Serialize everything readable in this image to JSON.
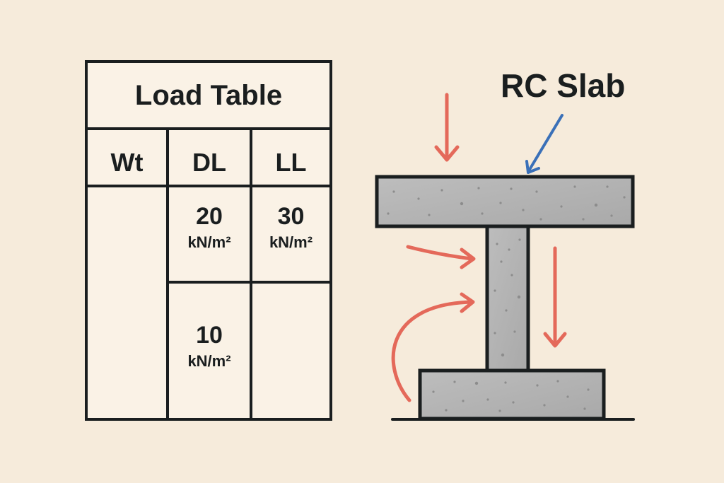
{
  "table": {
    "title": "Load Table",
    "headers": [
      "Wt",
      "DL",
      "LL"
    ],
    "rows": [
      {
        "wt": "",
        "dl": {
          "value": "20",
          "unit": "kN/m²"
        },
        "ll": {
          "value": "30",
          "unit": "kN/m²"
        }
      },
      {
        "wt": "",
        "dl": {
          "value": "10",
          "unit": "kN/m²"
        },
        "ll": {
          "value": "",
          "unit": ""
        }
      }
    ]
  },
  "diagram": {
    "label": "RC Slab",
    "colors": {
      "load_arrow": "#e4695a",
      "pointer_arrow": "#3a70b8",
      "concrete": "#b4b4b4",
      "outline": "#1a1e1f",
      "background": "#f6ebdb"
    },
    "components": [
      "slab",
      "column",
      "footing",
      "ground-line"
    ],
    "arrows": [
      {
        "name": "slab-load-arrow",
        "direction": "down"
      },
      {
        "name": "rc-slab-pointer-arrow",
        "direction": "down-left"
      },
      {
        "name": "lateral-load-arrow",
        "direction": "right"
      },
      {
        "name": "curved-load-arrow",
        "direction": "curved-right"
      },
      {
        "name": "column-load-arrow",
        "direction": "down"
      }
    ]
  }
}
